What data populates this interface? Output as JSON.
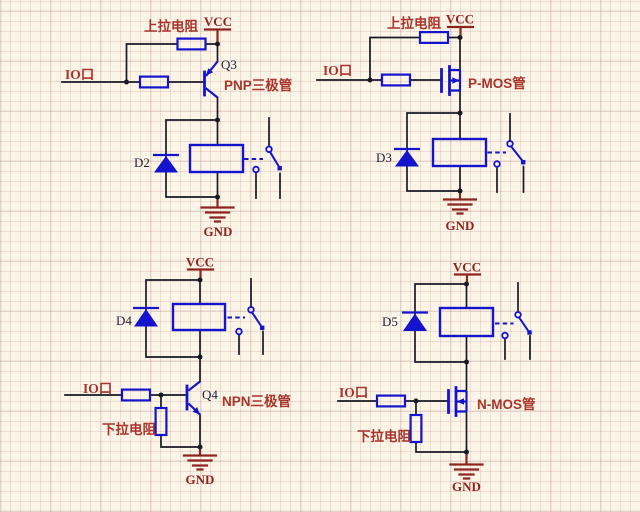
{
  "colors": {
    "background": "#fbf5e8",
    "grid_line": "#e3cdc6",
    "wire": "#191926",
    "component_blue": "#1414cc",
    "label_red": "#a8342a",
    "power_red": "#8c2420",
    "designator_navy": "#1f1f3d"
  },
  "circuits": [
    {
      "name": "pnp-high-side-driver",
      "labels": {
        "pullup": "上拉电阻",
        "vcc": "VCC",
        "io": "IO口",
        "designator": "Q3",
        "transistor": "PNP三极管",
        "diode": "D2",
        "gnd": "GND"
      }
    },
    {
      "name": "pmos-high-side-driver",
      "labels": {
        "pullup": "上拉电阻",
        "vcc": "VCC",
        "io": "IO口",
        "transistor": "P-MOS管",
        "diode": "D3",
        "gnd": "GND"
      }
    },
    {
      "name": "npn-low-side-driver",
      "labels": {
        "vcc": "VCC",
        "diode": "D4",
        "io": "IO口",
        "designator": "Q4",
        "transistor": "NPN三极管",
        "pulldown": "下拉电阻",
        "gnd": "GND"
      }
    },
    {
      "name": "nmos-low-side-driver",
      "labels": {
        "vcc": "VCC",
        "diode": "D5",
        "io": "IO口",
        "transistor": "N-MOS管",
        "pulldown": "下拉电阻",
        "gnd": "GND"
      }
    }
  ]
}
